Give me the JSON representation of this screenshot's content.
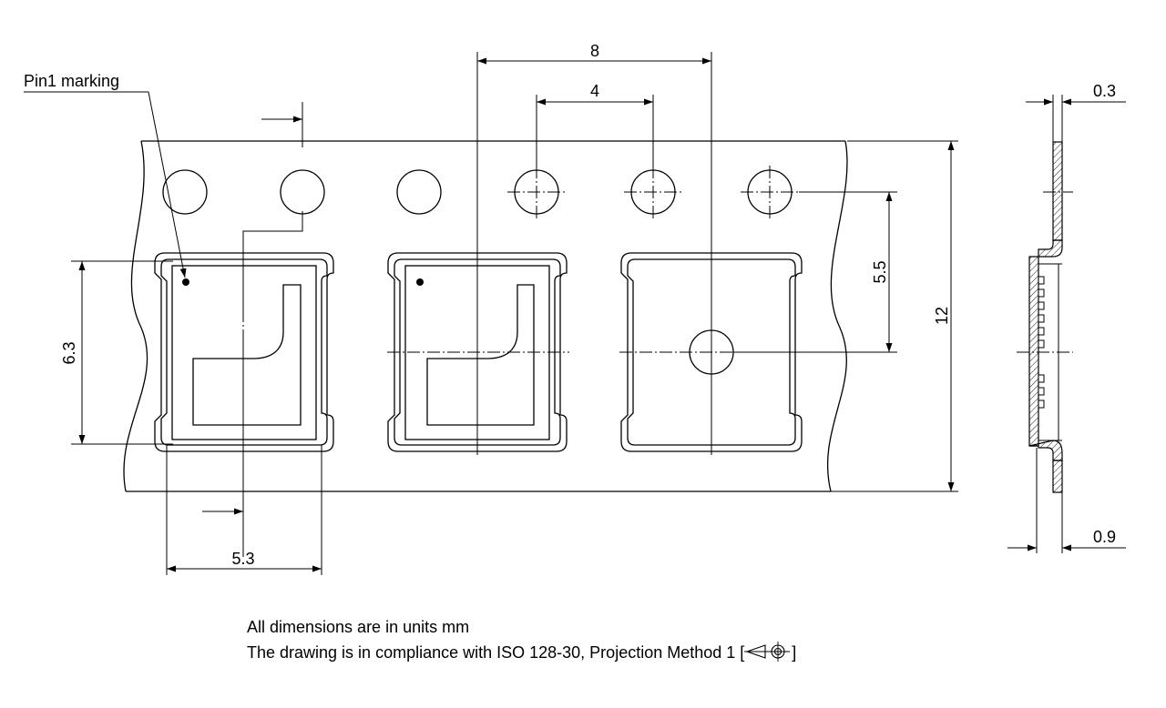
{
  "labels": {
    "pin1": "Pin1 marking",
    "dim_8": "8",
    "dim_4": "4",
    "dim_03": "0.3",
    "dim_55": "5.5",
    "dim_12": "12",
    "dim_63": "6.3",
    "dim_53": "5.3",
    "dim_09": "0.9"
  },
  "notes": {
    "units": "All dimensions are in units mm",
    "compliance_prefix": "The drawing is in compliance with ISO 128-30, Projection Method 1 [",
    "compliance_suffix": "]"
  },
  "symbols": {
    "projection": "projection-method-1-icon"
  }
}
